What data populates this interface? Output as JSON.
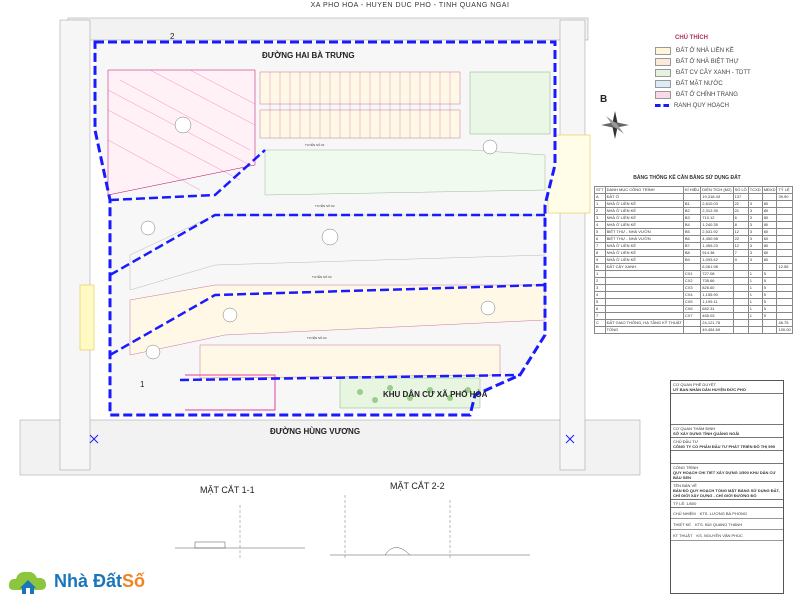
{
  "header": {
    "title": "XA PHO HOA - HUYEN DUC PHO - TINH QUANG NGAI"
  },
  "roads": {
    "top": "ĐƯỜNG HAI BÀ TRƯNG",
    "bottom": "ĐƯỜNG HÙNG VƯƠNG",
    "internal": [
      "TUYẾN SỐ 01",
      "TUYẾN SỐ 02",
      "TUYẾN SỐ 03",
      "TUYẾN SỐ 04"
    ]
  },
  "area_name": "KHU DÂN CƯ XÃ PHỔ HÒA",
  "cut_labels": {
    "first": "MẶT CẮT 1-1",
    "second": "MẶT CẮT 2-2"
  },
  "section_marks": [
    "1",
    "2"
  ],
  "north_arrow": {
    "letter": "B",
    "icon": "compass-rose-icon"
  },
  "legend": {
    "title": "CHÚ THÍCH",
    "items": [
      {
        "label": "ĐẤT Ở NHÀ LIỀN KỀ",
        "color": "#fff5dc"
      },
      {
        "label": "ĐẤT Ở NHÀ BIỆT THỰ",
        "color": "#fde9d9"
      },
      {
        "label": "ĐẤT CV CÂY XANH - TDTT",
        "color": "#e4f3e0"
      },
      {
        "label": "ĐẤT MẶT NƯỚC",
        "color": "#dcebf7"
      },
      {
        "label": "ĐẤT Ở CHỈNH TRANG",
        "color": "#f9d9e5"
      },
      {
        "label": "RANH QUY HOẠCH",
        "color": "#1a1aff"
      }
    ]
  },
  "land_table": {
    "title": "BẢNG THỐNG KÊ CÂN BẰNG SỬ DỤNG ĐẤT",
    "headers": [
      "STT",
      "DANH MỤC CÔNG TRÌNH",
      "KÍ HIỆU",
      "DIỆN TÍCH (M2)",
      "SỐ LÔ",
      "TCXD",
      "MĐXD",
      "TỶ LỆ"
    ],
    "rows": [
      [
        "A",
        "ĐẤT Ở",
        "",
        "19,318.43",
        "137",
        "",
        "",
        "39.90"
      ],
      [
        "1",
        "NHÀ Ở LIỀN KỀ",
        "B1",
        "2,610.03",
        "22",
        "3",
        "80",
        ""
      ],
      [
        "2",
        "NHÀ Ở LIỀN KỀ",
        "B2",
        "2,312.35",
        "21",
        "3",
        "80",
        ""
      ],
      [
        "3",
        "NHÀ Ở LIỀN KỀ",
        "B3",
        "710.12",
        "6",
        "3",
        "80",
        ""
      ],
      [
        "4",
        "NHÀ Ở LIỀN KỀ",
        "B4",
        "1,240.35",
        "8",
        "3",
        "80",
        ""
      ],
      [
        "5",
        "BIỆT THỰ - NHÀ VƯỜN",
        "B5",
        "2,531.92",
        "12",
        "3",
        "60",
        ""
      ],
      [
        "6",
        "BIỆT THỰ - NHÀ VƯỜN",
        "B6",
        "4,450.98",
        "22",
        "3",
        "60",
        ""
      ],
      [
        "7",
        "NHÀ Ở LIỀN KỀ",
        "B7",
        "1,459.23",
        "12",
        "3",
        "80",
        ""
      ],
      [
        "8",
        "NHÀ Ở LIỀN KỀ",
        "B8",
        "914.38",
        "7",
        "3",
        "80",
        ""
      ],
      [
        "9",
        "NHÀ Ở LIỀN KỀ",
        "B9",
        "1,093.42",
        "9",
        "3",
        "80",
        ""
      ],
      [
        "B",
        "ĐẤT CÂY XANH",
        "",
        "6,061.98",
        "",
        "",
        "",
        "12.56"
      ],
      [
        "1",
        "",
        "CX1",
        "727.08",
        "",
        "1",
        "5",
        ""
      ],
      [
        "2",
        "",
        "CX2",
        "735.66",
        "",
        "1",
        "5",
        ""
      ],
      [
        "3",
        "",
        "CX3",
        "826.60",
        "",
        "1",
        "5",
        ""
      ],
      [
        "4",
        "",
        "CX4",
        "1,155.90",
        "",
        "1",
        "5",
        ""
      ],
      [
        "5",
        "",
        "CX5",
        "1,199.11",
        "",
        "1",
        "5",
        ""
      ],
      [
        "6",
        "",
        "CX6",
        "682.31",
        "",
        "1",
        "5",
        ""
      ],
      [
        "7",
        "",
        "CX7",
        "465.03",
        "",
        "1",
        "5",
        ""
      ],
      [
        "C",
        "ĐẤT GIAO THÔNG, HẠ TẦNG KỸ THUẬT",
        "",
        "24,121.78",
        "",
        "",
        "",
        "46.75"
      ],
      [
        "",
        "TỔNG",
        "",
        "49,454.69",
        "",
        "",
        "",
        "100.00"
      ]
    ]
  },
  "title_block": {
    "approval_org_label": "CƠ QUAN PHÊ DUYỆT",
    "approval_org": "UỶ BAN NHÂN DÂN HUYỆN ĐỨC PHỔ",
    "appraisal_org_label": "CƠ QUAN THẨM ĐỊNH",
    "appraisal_org": "SỞ XÂY DỰNG TỈNH QUẢNG NGÃI",
    "investor_label": "CHỦ ĐẦU TƯ",
    "investor": "CÔNG TY CỔ PHẦN ĐẦU TƯ PHÁT TRIỂN ĐÔ THỊ 599",
    "project_label": "CÔNG TRÌNH",
    "project": "QUY HOẠCH CHI TIẾT XÂY DỰNG 1/500 KHU DÂN CƯ BẦU SEN",
    "drawing_label": "TÊN BẢN VẼ",
    "drawing": "BẢN ĐỒ QUY HOẠCH TỔNG MẶT BẰNG SỬ DỤNG ĐẤT, CHỈ GIỚI XÂY DỰNG - CHỈ GIỚI ĐƯỜNG ĐỎ",
    "scale": "TỶ LỆ: 1/500",
    "sign_rows": [
      {
        "role": "CHỦ NHIỆM",
        "name": "KTS. LƯƠNG BÁ PHONG"
      },
      {
        "role": "THIẾT KẾ",
        "name": "KTS. BÙI QUANG THÀNH"
      },
      {
        "role": "KT THUẬT",
        "name": "KS. NGUYỄN VĂN PHÚC"
      }
    ]
  },
  "watermark": {
    "part1": "Nhà Đất ",
    "part2": "Số"
  }
}
